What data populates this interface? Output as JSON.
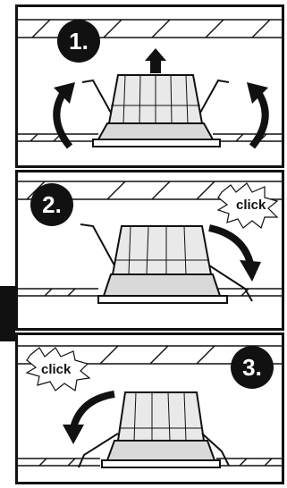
{
  "steps": [
    {
      "number": "1.",
      "label": ""
    },
    {
      "number": "2.",
      "label": "click"
    },
    {
      "number": "3.",
      "label": "click"
    }
  ],
  "colors": {
    "ink": "#111111",
    "paper": "#ffffff",
    "fixture": "#e9e9e9"
  },
  "icons": [
    "up-arrow-icon",
    "curved-arrow-icon",
    "starburst-icon"
  ]
}
